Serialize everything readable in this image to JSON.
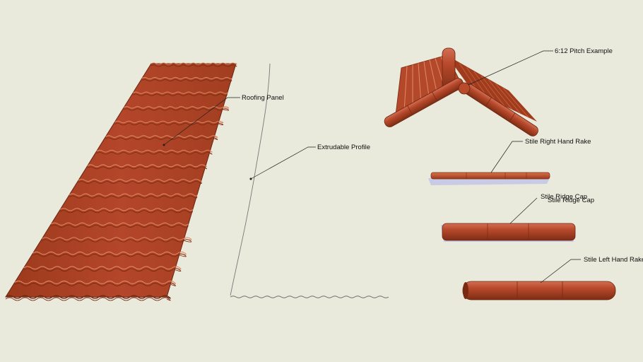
{
  "labels": {
    "roofing_panel": "Roofing Panel",
    "extrudable_profile": "Extrudable Profile",
    "pitch_example": "6:12 Pitch Example",
    "right_rake": "Stile Right Hand Rake",
    "ridge_cap_a": "Stile Ridge Cap",
    "ridge_cap_b": "Stile Ridge Cap",
    "left_rake": "Stile Left Hand Rake"
  },
  "colors": {
    "background": "#e9e9dc",
    "tile_dark": "#8a3318",
    "tile_mid": "#b9482a",
    "tile_light": "#d9714a",
    "leader": "#222222"
  }
}
